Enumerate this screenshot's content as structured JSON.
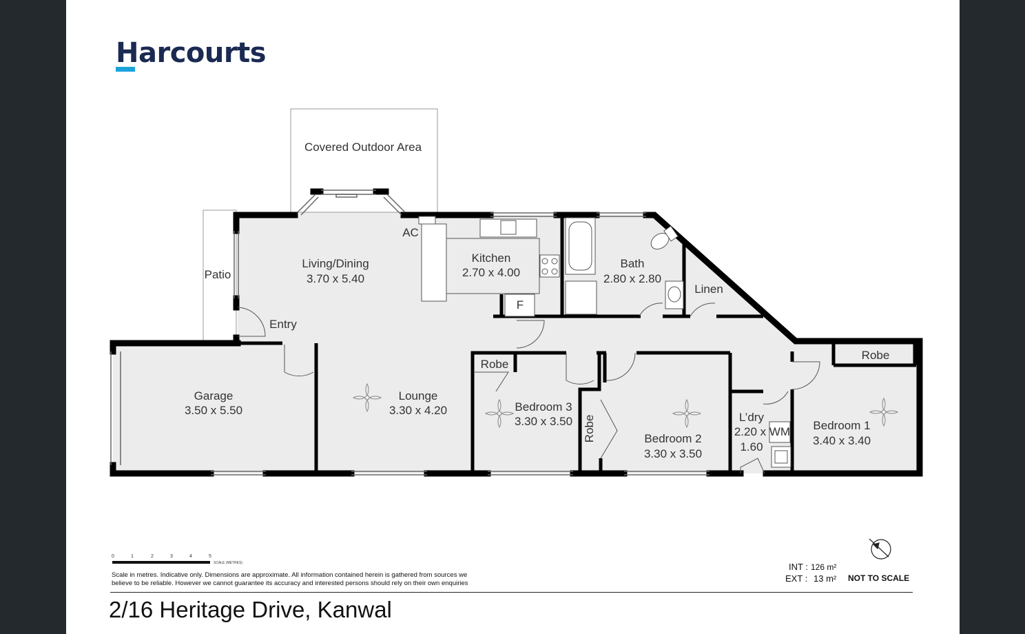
{
  "brand": {
    "name": "Harcourts",
    "color": "#1b2a52",
    "accent": "#1aa3db"
  },
  "rooms": {
    "outdoor": "Covered Outdoor Area",
    "patio": "Patio",
    "ac": "AC",
    "living_name": "Living/Dining",
    "living_dims": "3.70 x 5.40",
    "kitchen_name": "Kitchen",
    "kitchen_dims": "2.70 x 4.00",
    "fridge": "F",
    "bath_name": "Bath",
    "bath_dims": "2.80 x 2.80",
    "linen": "Linen",
    "entry": "Entry",
    "garage_name": "Garage",
    "garage_dims": "3.50 x 5.50",
    "lounge_name": "Lounge",
    "lounge_dims": "3.30 x 4.20",
    "robe3": "Robe",
    "bed3_name": "Bedroom 3",
    "bed3_dims": "3.30 x 3.50",
    "robe2": "Robe",
    "bed2_name": "Bedroom 2",
    "bed2_dims": "3.30 x 3.50",
    "laundry_name": "L’dry",
    "laundry_dims1": "2.20 x",
    "laundry_dims2": "1.60",
    "wm": "WM",
    "robe1": "Robe",
    "bed1_name": "Bedroom 1",
    "bed1_dims": "3.40 x 3.40"
  },
  "scale_bar": {
    "ticks": [
      "0",
      "1",
      "2",
      "3",
      "4",
      "5"
    ],
    "caption": "SCALE (METRES)"
  },
  "disclaimer": {
    "line1": "Scale in metres. Indicative only. Dimensions are approximate. All information contained herein is gathered from sources we",
    "line2": "believe to be reliable. However we cannot guarantee its accuracy and interested persons should rely on their own enquiries"
  },
  "area": {
    "int_label": "INT :",
    "int_value": "126 m²",
    "ext_label": "EXT :",
    "ext_value": "13  m²"
  },
  "not_to_scale": "NOT TO SCALE",
  "address": "2/16 Heritage Drive, Kanwal"
}
